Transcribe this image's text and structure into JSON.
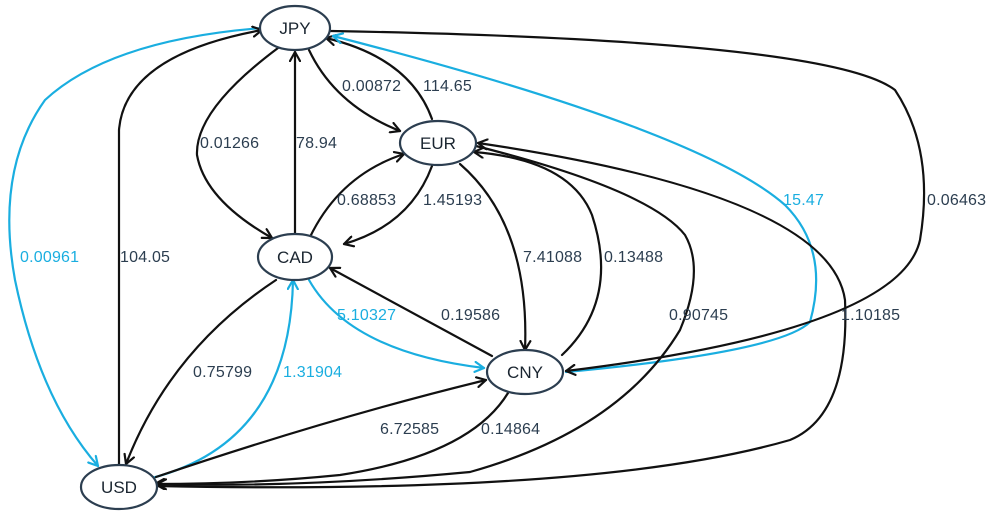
{
  "colors": {
    "node_border": "#2c3e50",
    "edge_default": "#111111",
    "edge_highlight": "#1aaee0",
    "label_default": "#2c3e50",
    "label_highlight": "#1aaee0"
  },
  "nodes": {
    "jpy": "JPY",
    "eur": "EUR",
    "cad": "CAD",
    "cny": "CNY",
    "usd": "USD"
  },
  "edges": [
    {
      "id": "jpy-eur",
      "from": "JPY",
      "to": "EUR",
      "rate": "0.00872",
      "highlight": false
    },
    {
      "id": "eur-jpy",
      "from": "EUR",
      "to": "JPY",
      "rate": "114.65",
      "highlight": false
    },
    {
      "id": "jpy-cad",
      "from": "JPY",
      "to": "CAD",
      "rate": "0.01266",
      "highlight": false
    },
    {
      "id": "cad-jpy",
      "from": "CAD",
      "to": "JPY",
      "rate": "78.94",
      "highlight": false
    },
    {
      "id": "cad-eur",
      "from": "CAD",
      "to": "EUR",
      "rate": "0.68853",
      "highlight": false
    },
    {
      "id": "eur-cad",
      "from": "EUR",
      "to": "CAD",
      "rate": "1.45193",
      "highlight": false
    },
    {
      "id": "eur-cny",
      "from": "EUR",
      "to": "CNY",
      "rate": "7.41088",
      "highlight": false
    },
    {
      "id": "cny-eur",
      "from": "CNY",
      "to": "EUR",
      "rate": "0.13488",
      "highlight": false
    },
    {
      "id": "cny-cad",
      "from": "CNY",
      "to": "CAD",
      "rate": "0.19586",
      "highlight": false
    },
    {
      "id": "cad-cny",
      "from": "CAD",
      "to": "CNY",
      "rate": "5.10327",
      "highlight": true
    },
    {
      "id": "cad-usd",
      "from": "CAD",
      "to": "USD",
      "rate": "0.75799",
      "highlight": false
    },
    {
      "id": "usd-cad",
      "from": "USD",
      "to": "CAD",
      "rate": "1.31904",
      "highlight": true
    },
    {
      "id": "usd-cny",
      "from": "USD",
      "to": "CNY",
      "rate": "6.72585",
      "highlight": false
    },
    {
      "id": "cny-usd",
      "from": "CNY",
      "to": "USD",
      "rate": "0.14864",
      "highlight": false
    },
    {
      "id": "jpy-usd",
      "from": "JPY",
      "to": "USD",
      "rate": "0.00961",
      "highlight": true
    },
    {
      "id": "usd-jpy",
      "from": "USD",
      "to": "JPY",
      "rate": "104.05",
      "highlight": false
    },
    {
      "id": "cny-jpy",
      "from": "CNY",
      "to": "JPY",
      "rate": "15.47",
      "highlight": true
    },
    {
      "id": "jpy-cny",
      "from": "JPY",
      "to": "CNY",
      "rate": "0.06463",
      "highlight": false
    },
    {
      "id": "eur-usd",
      "from": "EUR",
      "to": "USD",
      "rate": "0.90745",
      "highlight": false
    },
    {
      "id": "usd-eur",
      "from": "USD",
      "to": "EUR",
      "rate": "1.10185",
      "highlight": false
    }
  ]
}
